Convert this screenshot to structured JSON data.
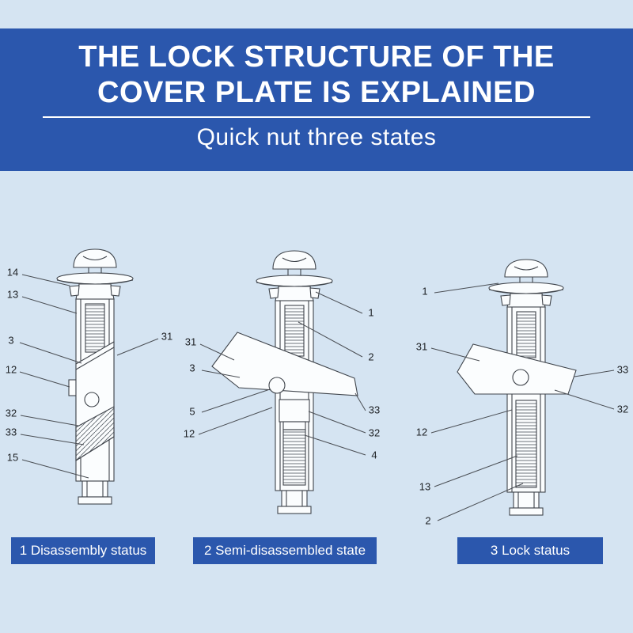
{
  "colors": {
    "page_background": "#d5e4f2",
    "banner": "#2b57ad",
    "banner_text": "#ffffff",
    "line_art": "#3f444b"
  },
  "banner": {
    "title_line1": "THE LOCK STRUCTURE OF THE",
    "title_line2": "COVER PLATE IS EXPLAINED",
    "subtitle": "Quick nut three states"
  },
  "diagram": {
    "description": "Quick nut lock mechanism shown in three states",
    "figures": [
      {
        "name": "disassembly-status",
        "caption": "1 Disassembly status",
        "callouts": [
          {
            "n": "14",
            "label": [
              16,
              344
            ],
            "line": [
              28,
              347,
              88,
              361
            ]
          },
          {
            "n": "13",
            "label": [
              16,
              372
            ],
            "line": [
              28,
              375,
              97,
              396
            ]
          },
          {
            "n": "3",
            "label": [
              14,
              430
            ],
            "line": [
              25,
              433,
              103,
              459
            ]
          },
          {
            "n": "12",
            "label": [
              14,
              467
            ],
            "line": [
              25,
              470,
              88,
              489
            ]
          },
          {
            "n": "32",
            "label": [
              14,
              522
            ],
            "line": [
              26,
              525,
              99,
              538
            ]
          },
          {
            "n": "33",
            "label": [
              14,
              546
            ],
            "line": [
              26,
              549,
              106,
              562
            ]
          },
          {
            "n": "15",
            "label": [
              16,
              578
            ],
            "line": [
              28,
              581,
              112,
              604
            ]
          },
          {
            "n": "31",
            "label": [
              211,
              425
            ],
            "line": [
              200,
              428,
              148,
              449
            ]
          }
        ]
      },
      {
        "name": "semi-disassembled-state",
        "caption": "2 Semi-disassembled state",
        "callouts": [
          {
            "n": "31",
            "label": [
              241,
              432
            ],
            "line": [
              253,
              435,
              296,
              455
            ]
          },
          {
            "n": "3",
            "label": [
              243,
              465
            ],
            "line": [
              255,
              468,
              303,
              477
            ]
          },
          {
            "n": "5",
            "label": [
              243,
              520
            ],
            "line": [
              255,
              521,
              341,
              492
            ]
          },
          {
            "n": "12",
            "label": [
              239,
              548
            ],
            "line": [
              251,
              549,
              344,
              515
            ]
          },
          {
            "n": "1",
            "label": [
              469,
              395
            ],
            "line": [
              458,
              396,
              399,
              369
            ]
          },
          {
            "n": "2",
            "label": [
              469,
              451
            ],
            "line": [
              458,
              451,
              377,
              407
            ]
          },
          {
            "n": "33",
            "label": [
              473,
              518
            ],
            "line": [
              462,
              519,
              449,
              497
            ]
          },
          {
            "n": "32",
            "label": [
              473,
              547
            ],
            "line": [
              462,
              547,
              390,
              520
            ]
          },
          {
            "n": "4",
            "label": [
              473,
              575
            ],
            "line": [
              462,
              575,
              385,
              550
            ]
          }
        ]
      },
      {
        "name": "lock-status",
        "caption": "3 Lock status",
        "callouts": [
          {
            "n": "1",
            "label": [
              537,
              368
            ],
            "line": [
              549,
              370,
              630,
              358
            ]
          },
          {
            "n": "31",
            "label": [
              533,
              438
            ],
            "line": [
              545,
              440,
              606,
              456
            ]
          },
          {
            "n": "12",
            "label": [
              533,
              546
            ],
            "line": [
              545,
              547,
              647,
              518
            ]
          },
          {
            "n": "13",
            "label": [
              537,
              615
            ],
            "line": [
              549,
              615,
              654,
              576
            ]
          },
          {
            "n": "2",
            "label": [
              541,
              658
            ],
            "line": [
              553,
              658,
              661,
              611
            ]
          },
          {
            "n": "33",
            "label": [
              787,
              467
            ],
            "line": [
              776,
              468,
              726,
              476
            ]
          },
          {
            "n": "32",
            "label": [
              787,
              517
            ],
            "line": [
              776,
              517,
              701,
              493
            ]
          }
        ]
      }
    ]
  }
}
